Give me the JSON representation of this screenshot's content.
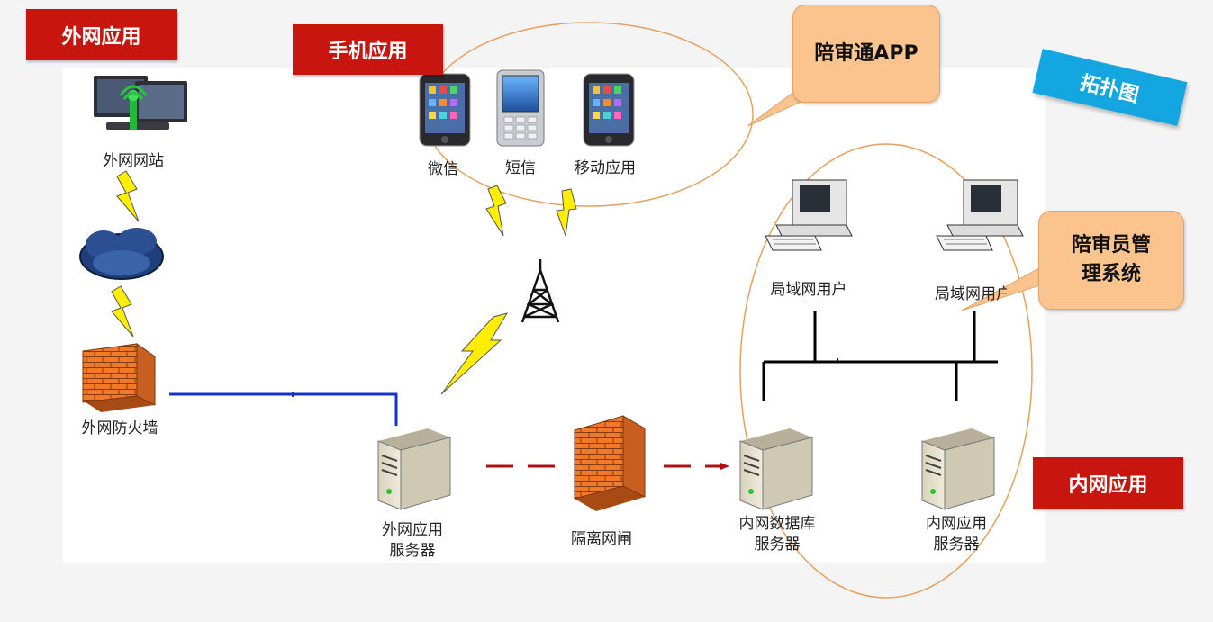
{
  "tags": {
    "extranet": "外网应用",
    "mobile": "手机应用",
    "intranet": "内网应用",
    "topology": "拓扑图"
  },
  "callouts": {
    "app": "陪审通APP",
    "mgmt_line1": "陪审员管",
    "mgmt_line2": "理系统"
  },
  "labels": {
    "website": "外网网站",
    "wechat": "微信",
    "sms": "短信",
    "mobile_app": "移动应用",
    "lan_user_1": "局域网用户",
    "lan_user_2": "局域网用户",
    "ext_firewall": "外网防火墙",
    "ext_server_1": "外网应用",
    "ext_server_2": "服务器",
    "gatekeeper": "隔离网闸",
    "db_server_1": "内网数据库",
    "db_server_2": "服务器",
    "int_server_1": "内网应用",
    "int_server_2": "服务器"
  },
  "colors": {
    "tag_red": "#c8150f",
    "tag_blue": "#13a6e0",
    "callout_orange": "#fbc48f",
    "ellipse": "#e8a060",
    "link_blue": "#1533c9",
    "link_red": "#b01010",
    "bolt": "#ffee00"
  }
}
